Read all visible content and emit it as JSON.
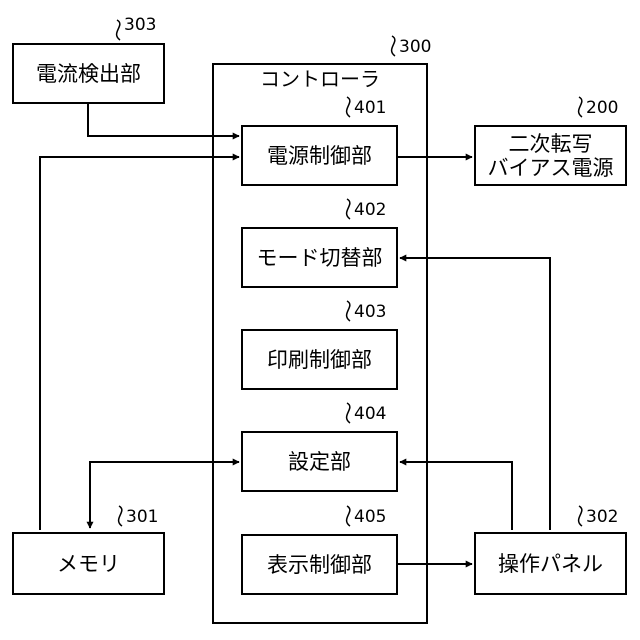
{
  "controller": {
    "title": "コントローラ",
    "ref": "300"
  },
  "current_detector": {
    "label": "電流検出部",
    "ref": "303"
  },
  "power_control": {
    "label": "電源制御部",
    "ref": "401"
  },
  "mode_switch": {
    "label": "モード切替部",
    "ref": "402"
  },
  "print_control": {
    "label": "印刷制御部",
    "ref": "403"
  },
  "setting": {
    "label": "設定部",
    "ref": "404"
  },
  "display_control": {
    "label": "表示制御部",
    "ref": "405"
  },
  "bias_power": {
    "line1": "二次転写",
    "line2": "バイアス電源",
    "ref": "200"
  },
  "memory": {
    "label": "メモリ",
    "ref": "301"
  },
  "operation_panel": {
    "label": "操作パネル",
    "ref": "302"
  }
}
